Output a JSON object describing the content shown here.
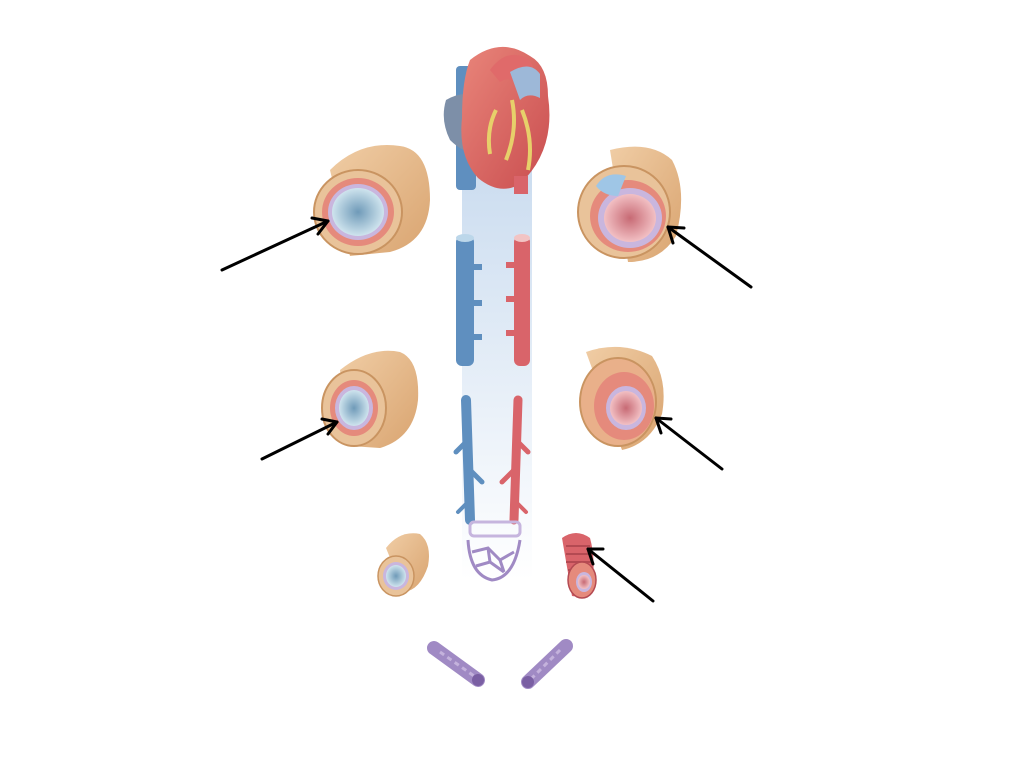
{
  "diagram": {
    "colors": {
      "background": "#ffffff",
      "vein_blue": "#5f8fbf",
      "vein_blue_dark": "#3f6f9f",
      "artery_red": "#d9646a",
      "artery_red_dark": "#b44a52",
      "adventitia_tan": "#e6b98a",
      "adventitia_tan_dark": "#c99461",
      "media_red": "#e58a7c",
      "intima_lavender": "#c9b6de",
      "lumen_vein": "#bfd9e6",
      "lumen_artery": "#d98a90",
      "capillary_purple": "#a08ac4",
      "arrow": "#000000",
      "gradient_column": "#d7e4f3"
    },
    "vessels": [
      "heart",
      "large-vein",
      "elastic-artery",
      "medium-vein",
      "muscular-artery",
      "venule",
      "arteriole",
      "capillary-network",
      "capillary-venous-end",
      "capillary-arterial-end"
    ],
    "label_arrows": 5
  }
}
